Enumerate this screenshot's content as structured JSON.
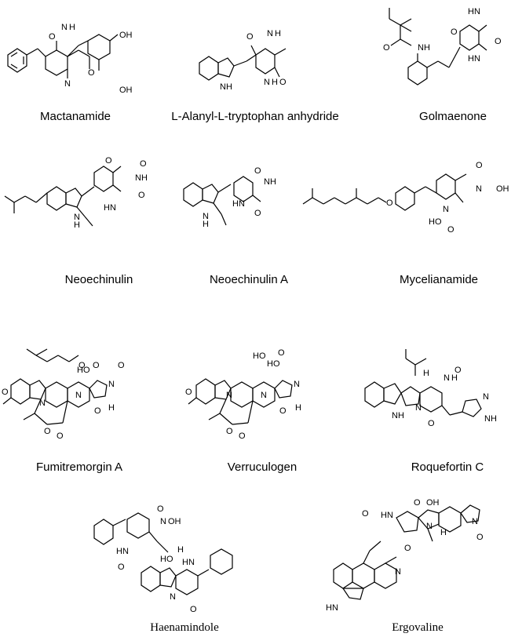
{
  "compounds": [
    {
      "name": "Mactanamide",
      "atoms": [
        "O",
        "N",
        "H",
        "O",
        "N",
        "OH",
        "OH"
      ]
    },
    {
      "name": "L-Alanyl-L-tryptophan anhydride",
      "atoms": [
        "O",
        "N",
        "H",
        "N",
        "H",
        "O",
        "N",
        "H"
      ]
    },
    {
      "name": "Golmaenone",
      "atoms": [
        "O",
        "N",
        "H",
        "H",
        "N",
        "O",
        "H",
        "N",
        "O"
      ]
    },
    {
      "name": "Neoechinulin",
      "atoms": [
        "O",
        "N",
        "H",
        "O",
        "H",
        "N",
        "N",
        "H",
        "O"
      ]
    },
    {
      "name": "Neoechinulin A",
      "atoms": [
        "O",
        "N",
        "H",
        "H",
        "N",
        "N",
        "H",
        "O"
      ]
    },
    {
      "name": "Mycelianamide",
      "atoms": [
        "O",
        "N",
        "OH",
        "N",
        "HO",
        "O",
        "O"
      ]
    },
    {
      "name": "Fumitremorgin A",
      "atoms": [
        "O",
        "O",
        "HO",
        "O",
        "N",
        "N",
        "O",
        "N",
        "O",
        "O",
        "O",
        "H"
      ]
    },
    {
      "name": "Verruculogen",
      "atoms": [
        "HO",
        "HO",
        "O",
        "O",
        "N",
        "N",
        "N",
        "O",
        "O",
        "O",
        "H"
      ]
    },
    {
      "name": "Roquefortin C",
      "atoms": [
        "N",
        "H",
        "H",
        "O",
        "N",
        "H",
        "N",
        "O",
        "N",
        "N",
        "H"
      ]
    },
    {
      "name": "Haenamindole",
      "atoms": [
        "O",
        "N",
        "OH",
        "H",
        "N",
        "O",
        "HO",
        "H",
        "N",
        "H",
        "N",
        "O"
      ]
    },
    {
      "name": "Ergovaline",
      "atoms": [
        "O",
        "H",
        "N",
        "O",
        "OH",
        "N",
        "H",
        "O",
        "N",
        "O",
        "N",
        "H",
        "N"
      ]
    }
  ]
}
